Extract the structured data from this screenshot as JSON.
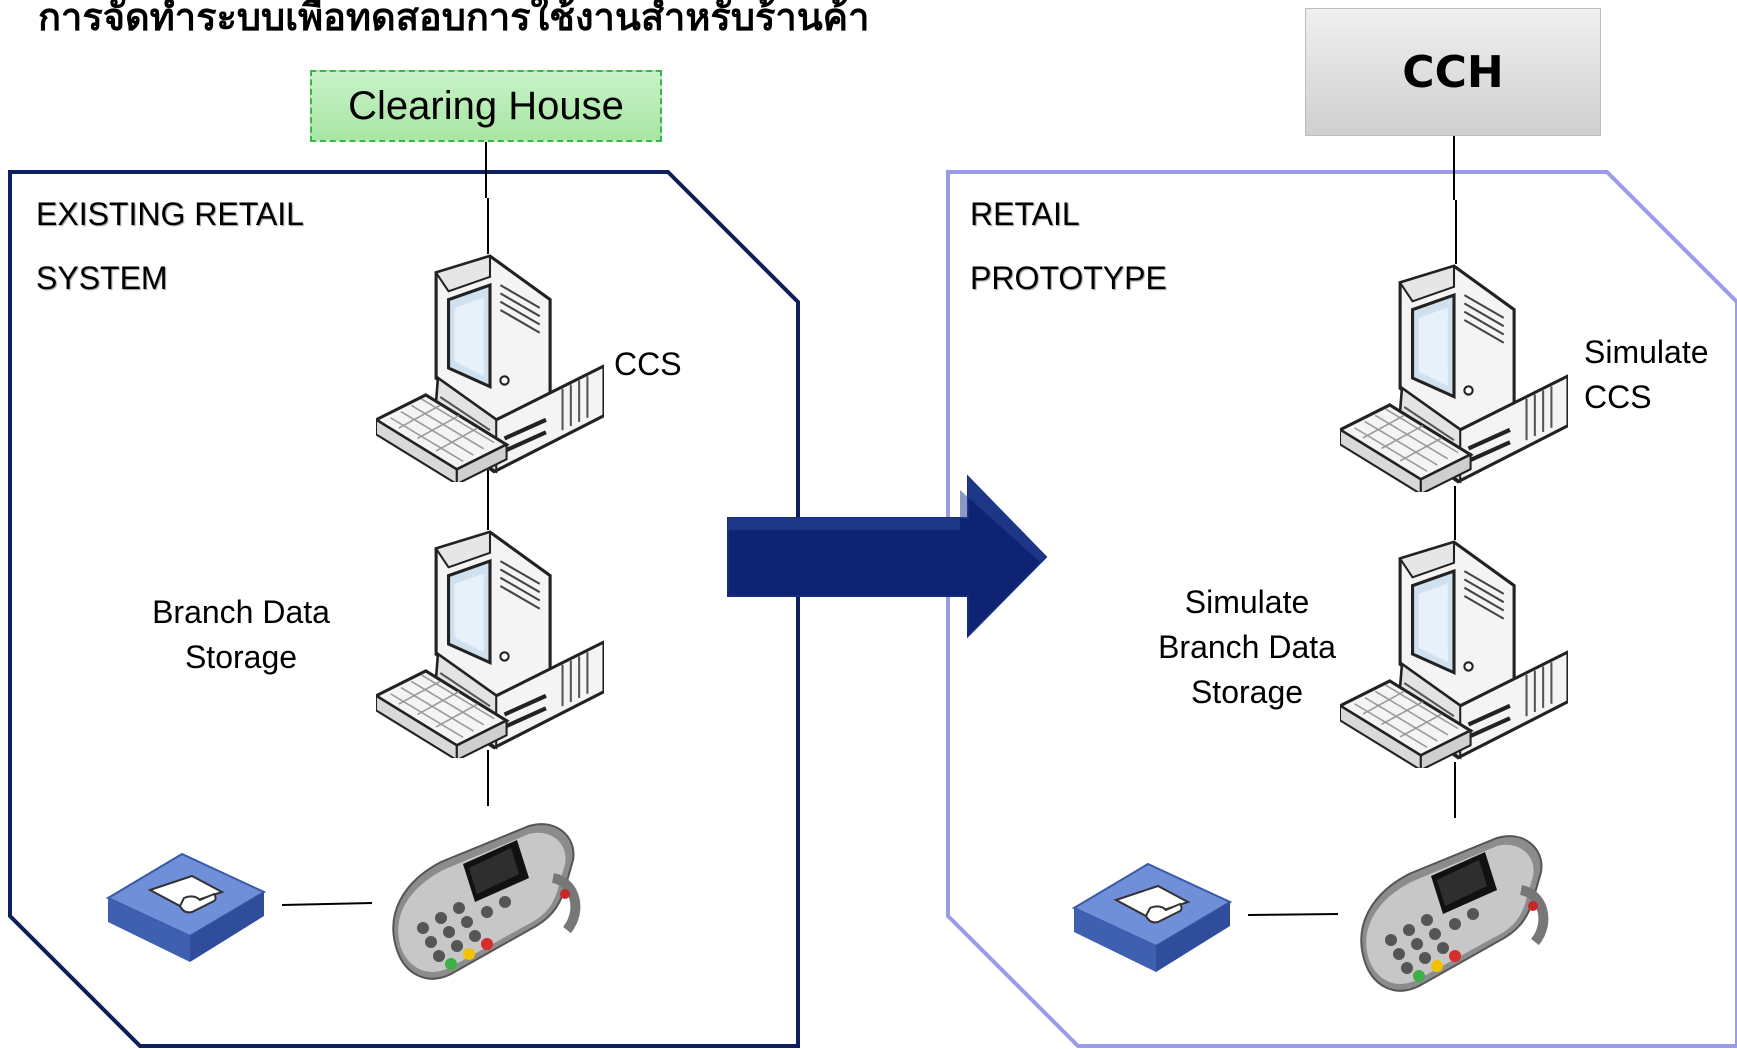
{
  "title": "การจัดทำระบบเพื่อทดสอบการใช้งานสำหรับร้านค้า",
  "left_panel": {
    "section_line1": "EXISTING RETAIL",
    "section_line2": "SYSTEM",
    "top_node": "Clearing House",
    "ccs_label": "CCS",
    "branch_line1": "Branch Data",
    "branch_line2": "Storage"
  },
  "right_panel": {
    "section_line1": "RETAIL",
    "section_line2": "PROTOTYPE",
    "top_node": "CCH",
    "ccs_line1": "Simulate",
    "ccs_line2": "CCS",
    "branch_line1": "Simulate",
    "branch_line2": "Branch Data",
    "branch_line3": "Storage"
  },
  "colors": {
    "left_border": "#0d1f5c",
    "right_border": "#9b9be8",
    "arrow": "#0e2472",
    "clearing_house_fill": "#b6ecb4",
    "card_reader": "#5b79c9"
  },
  "icons": [
    "computer-icon",
    "card-reader-icon",
    "payment-terminal-icon",
    "transition-arrow-icon"
  ]
}
